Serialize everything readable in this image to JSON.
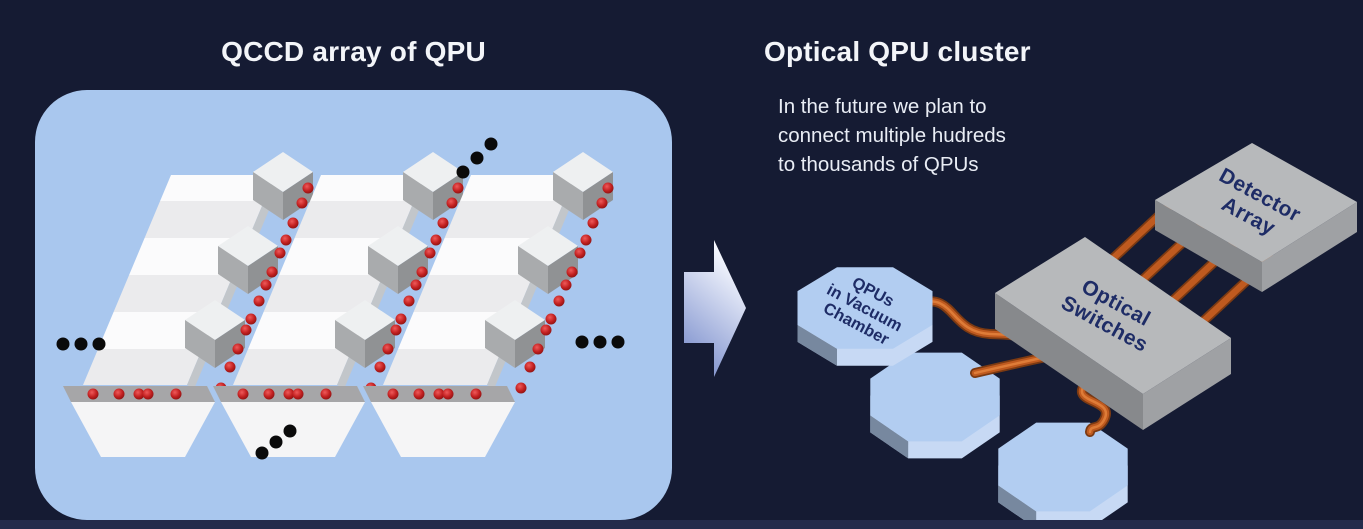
{
  "slide": {
    "left_panel": {
      "title": "QCCD array of QPU"
    },
    "right_panel": {
      "title": "Optical QPU cluster",
      "note": {
        "line1": "In the future we plan to",
        "line2": "connect multiple hudreds",
        "line3": "to thousands of QPUs"
      },
      "nodes": {
        "qpu": {
          "line1": "QPUs",
          "line2": "in Vacuum",
          "line3": "Chamber"
        },
        "switches": {
          "line1": "Optical",
          "line2": "Switches"
        },
        "detector": {
          "line1": "Detector",
          "line2": "Array"
        }
      }
    },
    "colors": {
      "background": "#151b33",
      "footer_strip": "#232b4b",
      "panel_blue": "#a9c7ee",
      "ion_red": "#c22020",
      "fiber_orange": "#bf5a1f",
      "node_blue": "#b2cdf1",
      "box_gray": "#b7b9bb",
      "label_navy": "#1e2c66",
      "title_white": "#f3f5f9"
    }
  }
}
